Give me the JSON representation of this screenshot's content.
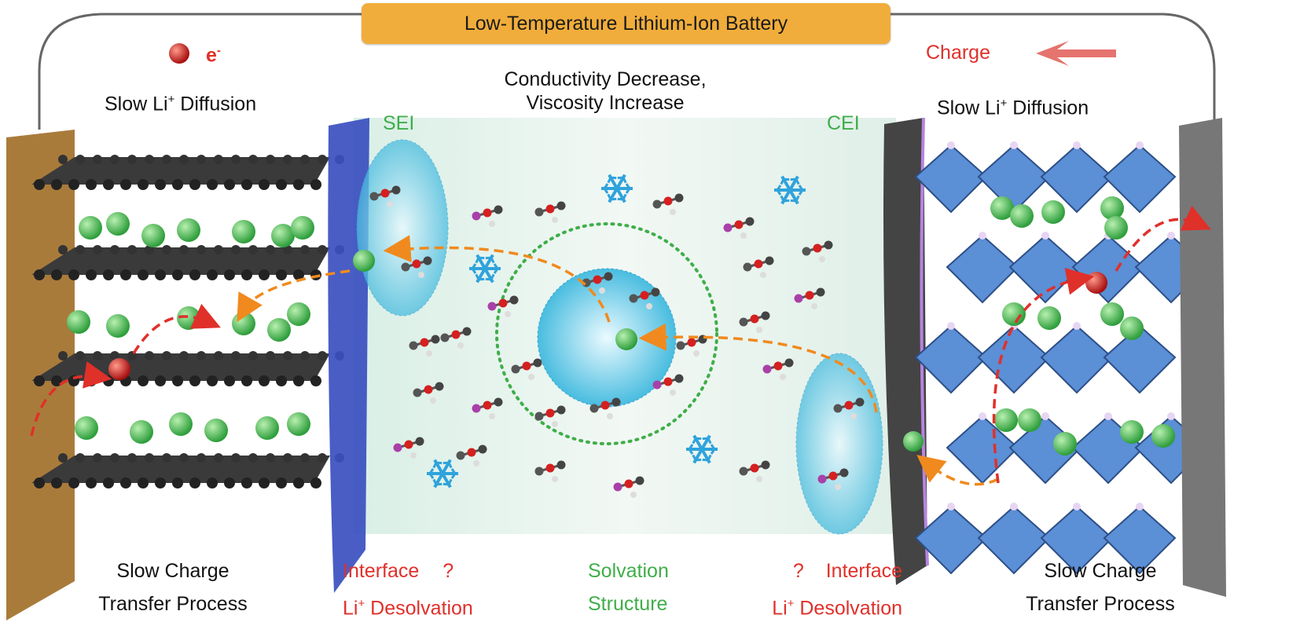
{
  "title": "Low-Temperature Lithium-Ion Battery",
  "electron_label": "e",
  "electron_sup": "-",
  "charge_label": "Charge",
  "left_diffusion": {
    "pre": "Slow Li",
    "sup": "+",
    "post": " Diffusion"
  },
  "right_diffusion": {
    "pre": "Slow Li",
    "sup": "+",
    "post": " Diffusion"
  },
  "electrolyte": {
    "line1": "Conductivity Decrease,",
    "line2": "Viscosity Increase"
  },
  "sei_label": "SEI",
  "cei_label": "CEI",
  "bottom": {
    "left_charge": {
      "line1": "Slow Charge",
      "line2": "Transfer Process"
    },
    "left_interface": {
      "line1": "Interface",
      "q": "?",
      "line2_pre": "Li",
      "line2_sup": "+",
      "line2_post": " Desolvation"
    },
    "solvation": {
      "line1": "Solvation",
      "line2": "Structure"
    },
    "right_interface": {
      "q": "?",
      "line1": "Interface",
      "line2_pre": "Li",
      "line2_sup": "+",
      "line2_post": " Desolvation"
    },
    "right_charge": {
      "line1": "Slow Charge",
      "line2": "Transfer Process"
    }
  },
  "colors": {
    "title_bg": "#f1ad3b",
    "red_text": "#e0302a",
    "green_text": "#3fae49",
    "li_ion": "#3fbf4f",
    "electron": "#d11f1f",
    "sei": "#3a4fc0",
    "cathode": "#4f86cf"
  }
}
